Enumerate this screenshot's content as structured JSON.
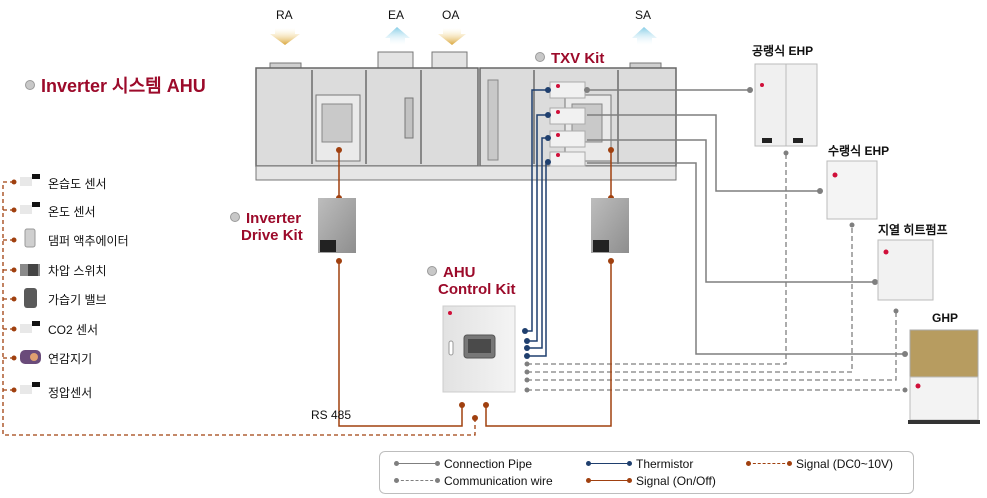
{
  "title": "Inverter 시스템  AHU",
  "airflows": [
    {
      "label": "RA",
      "direction": "down",
      "color": "#e3b24a"
    },
    {
      "label": "EA",
      "direction": "up",
      "color": "#9fd8ec"
    },
    {
      "label": "OA",
      "direction": "down",
      "color": "#e3b24a"
    },
    {
      "label": "SA",
      "direction": "up",
      "color": "#9fd8ec"
    }
  ],
  "kits": {
    "txv": "TXV Kit",
    "inverter_line1": "Inverter",
    "inverter_line2": "Drive Kit",
    "ahu_line1": "AHU",
    "ahu_line2": "Control Kit"
  },
  "sensors": [
    {
      "label": "온습도 센서",
      "icon": "sensor-icon"
    },
    {
      "label": "온도 센서",
      "icon": "sensor-icon"
    },
    {
      "label": "댐퍼 액추에이터",
      "icon": "damper-actuator-icon"
    },
    {
      "label": "차압 스위치",
      "icon": "pressure-switch-icon"
    },
    {
      "label": "가습기 밸브",
      "icon": "valve-icon"
    },
    {
      "label": "CO2 센서",
      "icon": "sensor-icon"
    },
    {
      "label": "연감지기",
      "icon": "smoke-detector-icon"
    },
    {
      "label": "정압센서",
      "icon": "sensor-icon"
    }
  ],
  "outdoor_units": [
    {
      "label": "공랭식  EHP"
    },
    {
      "label": "수랭식  EHP"
    },
    {
      "label": "지열 히트펌프"
    },
    {
      "label": "GHP"
    }
  ],
  "rs485": "RS 485",
  "legend": {
    "connection_pipe": "Connection Pipe",
    "communication_wire": "Communication wire",
    "thermistor": "Thermistor",
    "signal_onoff": "Signal (On/Off)",
    "signal_dc": "Signal (DC0~10V)"
  },
  "colors": {
    "pipe": "#7f7f7f",
    "thermistor": "#1f3f6e",
    "signal": "#a0400f",
    "title": "#9c0a2a"
  }
}
